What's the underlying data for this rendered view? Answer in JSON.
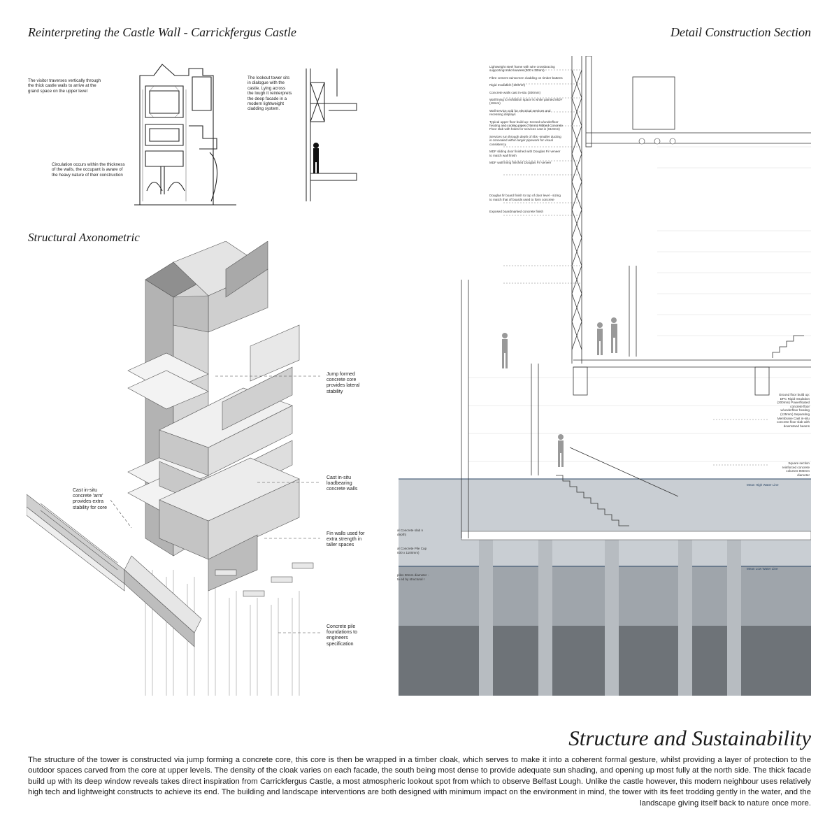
{
  "titles": {
    "main": "Reinterpreting the Castle Wall - Carrickfergus Castle",
    "detail": "Detail Construction Section",
    "axonometric": "Structural Axonometric",
    "structure": "Structure and Sustainability"
  },
  "sketch_notes": {
    "visitor": "The visitor traverses vertically through the thick castle walls to arrive at the grand space on the upper level",
    "circulation": "Circulation occurs within the thickness of the walls, the occupant is aware of the heavy nature of their construction",
    "lookout": "The lookout tower sits in dialogue with the castle. Lying across the lough it reinterprets the deep facade in a modern lightweight cladding system."
  },
  "axo_callouts": {
    "core": "Jump formed concrete core provides lateral stability",
    "walls": "Cast in-situ loadbearing concrete walls",
    "fins": "Fin walls used for extra strength in taller spaces",
    "arm": "Cast in-situ concrete 'arm' provides extra stability for core",
    "piles": "Concrete pile foundations to engineers specification"
  },
  "section_labels": [
    "Lightweight steel frame with wire crossbracing supporting Iroko louvres (200 x 30mm)",
    "Fibre cement rainscreen cladding on timber battens",
    "Rigid Insulation (100mm)",
    "Concrete walls cast in-situ (300mm)",
    "Wall lining to exhibition space is white painted MDF (18mm)",
    "Wall service void for electrical services and recessing displays",
    "Typical upper floor build up: Screed w/underfloor heating and cooling pipes (75mm) Ribbed Concrete Floor slab with holes for services cast in (610mm)",
    "Services run through depth of ribs -smaller ducting is concealed within larger pipework for visual consistency",
    "MDF sliding door finished with Douglas Fir veneer to match wall finish",
    "MDF wall lining finished Douglas Fir veneer",
    "Douglas fir board finish to top of door level - sizing to match that of boards used to form concrete",
    "Exposed boardmarked concrete finish"
  ],
  "right_labels": {
    "ground": "Ground floor build up: DPC Rigid Insulation (200mm) Powerfloated concrete floor w/underfloor heating (125mm) Separating Membrane Cast in-situ concrete floor slab with downstand beams",
    "columns": "Square section reinforced concrete columns 900mm diameter"
  },
  "water_labels": {
    "high": "Mean High Water Line",
    "low": "Mean Low Water Line"
  },
  "left_cut_labels": {
    "slab": "al Concrete slab n depth)",
    "pilecap": "al Concrete Pile Cap 000 x 1100mm)",
    "piles": "piles 00mm diameter - to ed by structural r"
  },
  "body_text": "The structure of the tower is constructed via jump forming a concrete core, this core is then be wrapped in a timber cloak, which serves to make it into a coherent formal gesture, whilst providing a layer of protection to the outdoor spaces carved from the core at upper levels. The density of the cloak varies on each facade, the south being most dense to provide adequate sun shading, and opening up most fully at the north side. The thick facade build up with its deep window reveals takes direct inspiration from Carrickfergus Castle, a most atmospheric lookout spot from which to observe Belfast Lough. Unlike the castle however, this modern neighbour uses relatively high tech and lightweight constructs to achieve its end. The building and landscape interventions are both designed with minimum impact on the environment in mind, the tower with its feet trodding gently in the water, and the landscape giving itself back to nature once more.",
  "colors": {
    "concrete_light": "#dcdcdc",
    "concrete_mid": "#b8b8b8",
    "concrete_dark": "#8e8e8e",
    "water_upper": "#c9ced3",
    "water_lower": "#9fa5ab",
    "water_deep": "#6e7378"
  }
}
